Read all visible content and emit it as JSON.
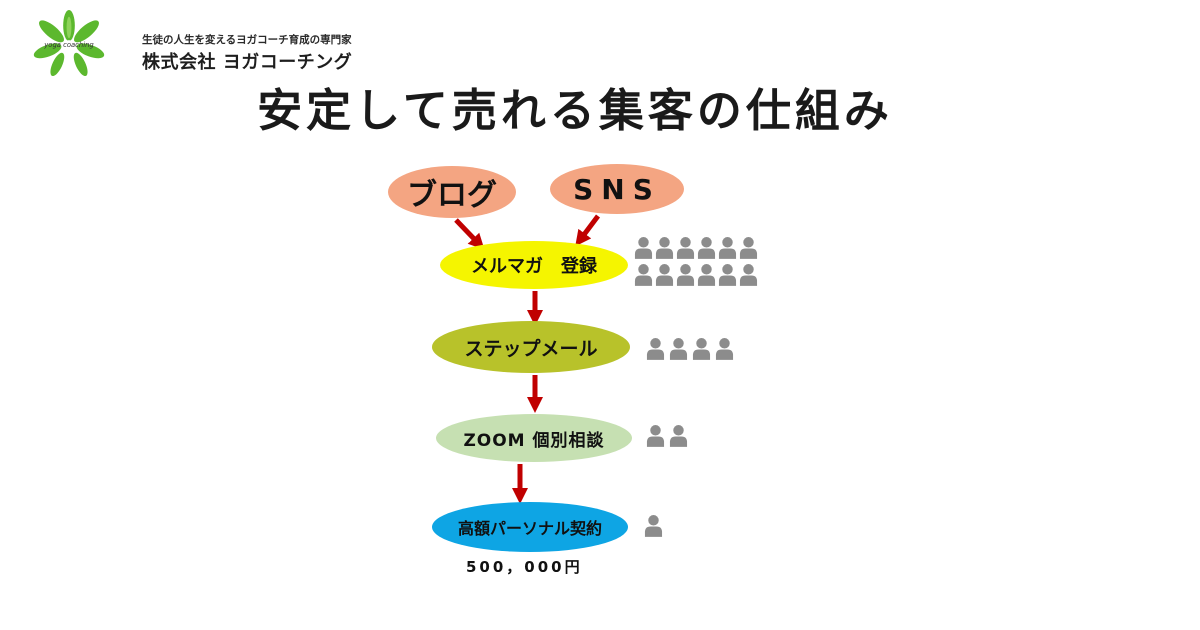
{
  "header": {
    "logo_text": "yoga coaching",
    "tagline": "生徒の人生を変えるヨガコーチ育成の専門家",
    "company": "株式会社 ヨガコーチング"
  },
  "title": "安定して売れる集客の仕組み",
  "diagram": {
    "sources": [
      {
        "label": "ブログ",
        "color": "#f4a582"
      },
      {
        "label": "SNS",
        "color": "#f4a582"
      }
    ],
    "steps": [
      {
        "label": "メルマガ　登録",
        "color": "#f5f500",
        "people": 12
      },
      {
        "label": "ステップメール",
        "color": "#b8c22a",
        "people": 4
      },
      {
        "label": "ZOOM 個別相談",
        "color": "#c6e0b2",
        "people": 2
      },
      {
        "label": "高額パーソナル契約",
        "color": "#0ea5e4",
        "people": 1
      }
    ],
    "price": "500，000円",
    "arrow_color": "#c00000",
    "person_color": "#8c8c8c"
  }
}
